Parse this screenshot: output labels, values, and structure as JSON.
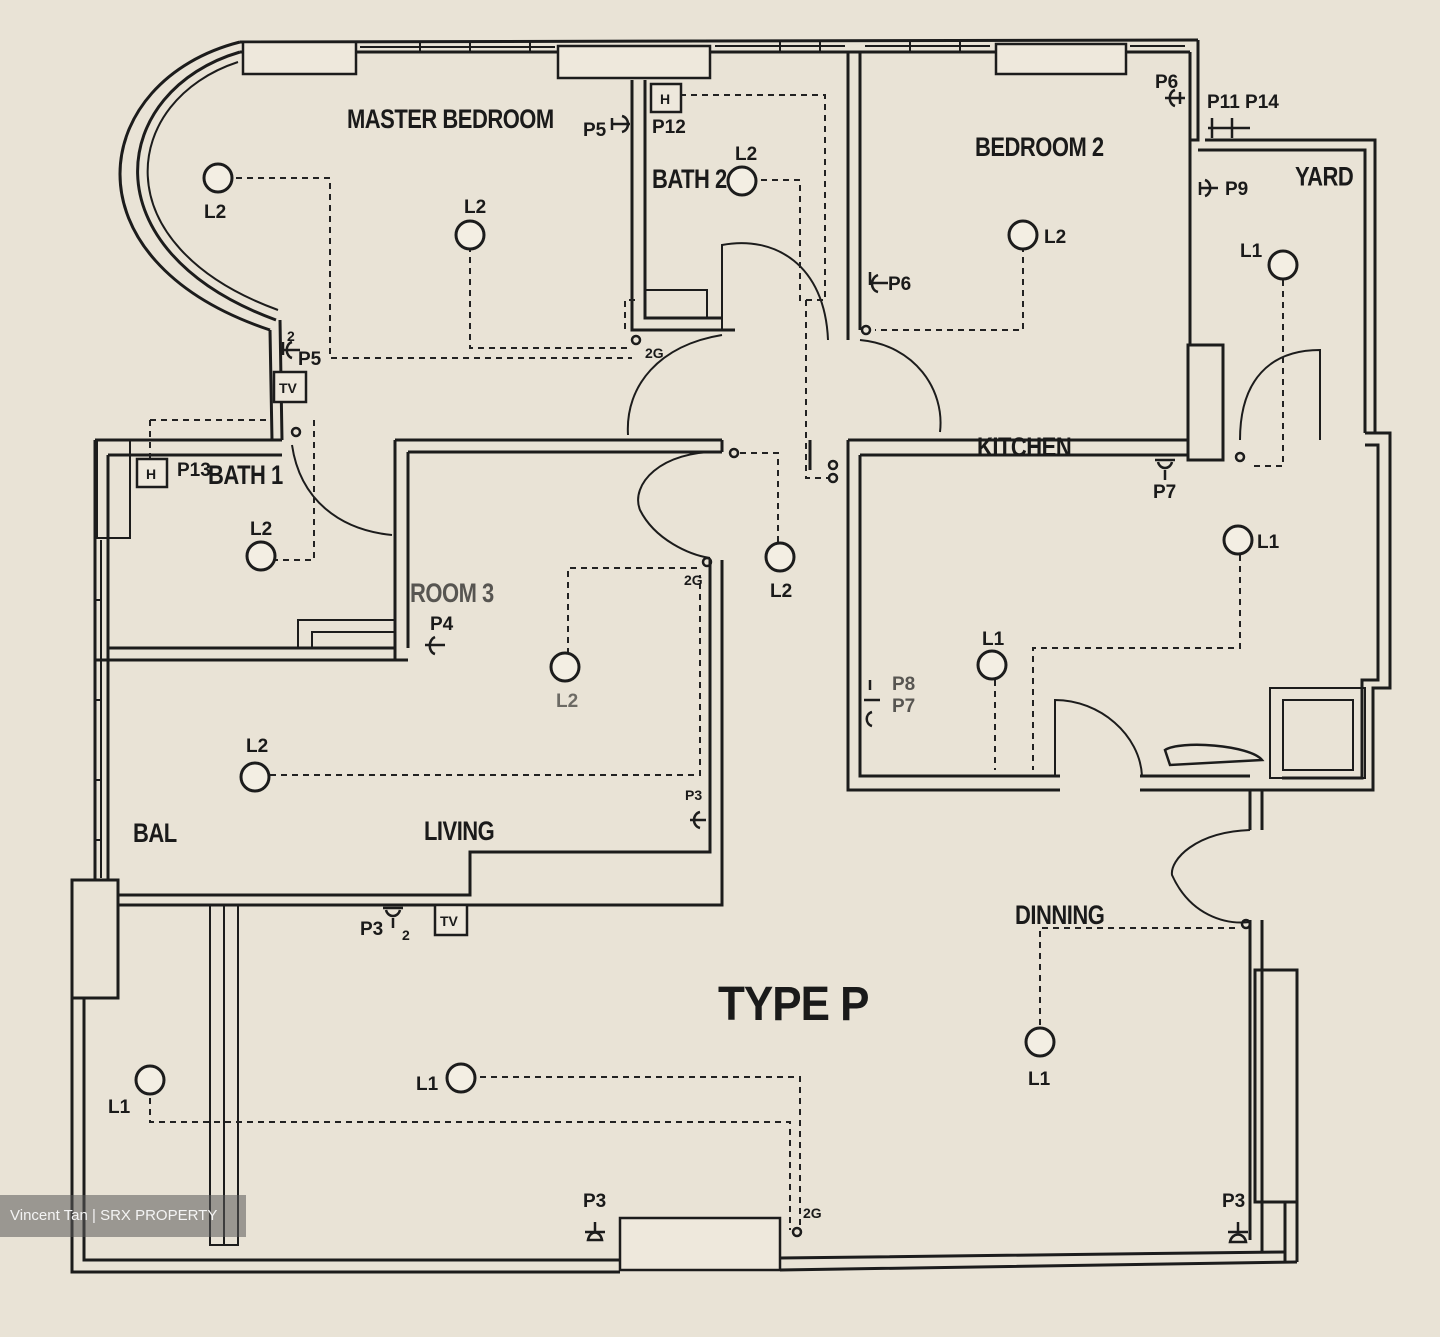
{
  "title": "TYPE P",
  "rooms": {
    "master_bedroom": "MASTER BEDROOM",
    "bath_2": "BATH 2",
    "bedroom_2": "BEDROOM 2",
    "yard": "YARD",
    "bath_1": "BATH 1",
    "bedroom_3": "ROOM 3",
    "kitchen": "KITCHEN",
    "living": "LIVING",
    "bal": "BAL",
    "dinning": "DINNING"
  },
  "symbols": {
    "l1": "L1",
    "l2": "L2",
    "p3": "P3",
    "p4": "P4",
    "p5": "P5",
    "p6": "P6",
    "p7": "P7",
    "p8": "P8",
    "p9": "P9",
    "p11_p14": "P11 P14",
    "p12": "P12",
    "p13": "P13",
    "two": "2",
    "two_gang": "2G",
    "tv": "TV",
    "heater": "H"
  },
  "watermark": "Vincent Tan | SRX PROPERTY"
}
